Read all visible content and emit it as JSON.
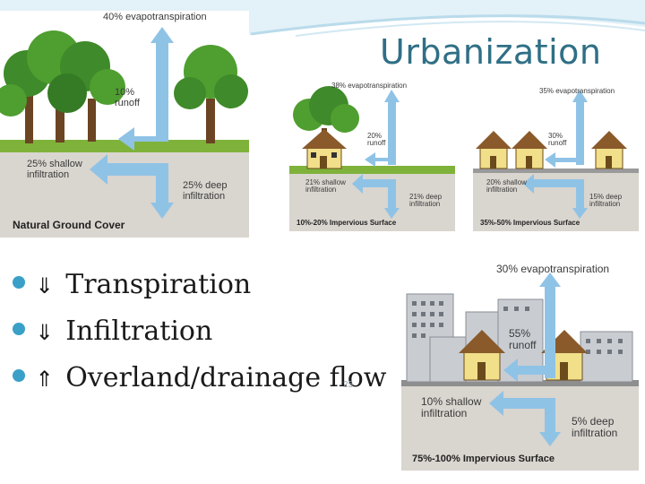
{
  "title": "Urbanization",
  "bullets": [
    {
      "arrow": "⇓",
      "text": "Transpiration"
    },
    {
      "arrow": "⇓",
      "text": "Infiltration"
    },
    {
      "arrow": "⇑",
      "text": "Overland/drainage flow"
    }
  ],
  "slide_number": "25",
  "panels": {
    "natural": {
      "evapo": "40% evapotranspiration",
      "runoff": "10%\nrunoff",
      "shallow": "25% shallow\ninfiltration",
      "deep": "25% deep\ninfiltration",
      "caption": "Natural Ground Cover"
    },
    "low": {
      "evapo": "38% evapotranspiration",
      "runoff": "20%\nrunoff",
      "shallow": "21% shallow\ninfiltration",
      "deep": "21% deep\ninfiltration",
      "caption": "10%-20% Impervious Surface"
    },
    "mid": {
      "evapo": "35% evapotranspiration",
      "runoff": "30%\nrunoff",
      "shallow": "20% shallow\ninfiltration",
      "deep": "15% deep\ninfiltration",
      "caption": "35%-50% Impervious Surface"
    },
    "high": {
      "evapo": "30% evapotranspiration",
      "runoff": "55%\nrunoff",
      "shallow": "10% shallow\ninfiltration",
      "deep": "5% deep\ninfiltration",
      "caption": "75%-100% Impervious Surface"
    }
  },
  "colors": {
    "title": "#2f6f86",
    "arrow": "#8fc3e6",
    "ground": "#d9d5cf",
    "bullet": "#3aa0c8"
  }
}
